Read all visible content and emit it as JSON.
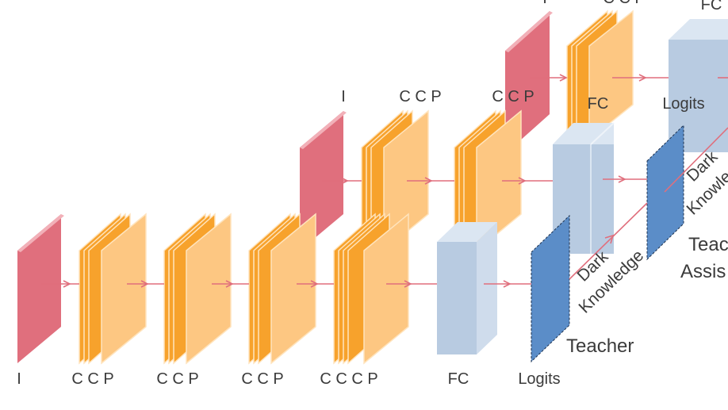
{
  "colors": {
    "input": "#e06f7d",
    "input_side": "#f2b0b8",
    "conv_front": "#fdc782",
    "conv_back": "#f7a22c",
    "conv_edge": "#ffe4bd",
    "fc_front": "#b8cbe1",
    "fc_side": "#cfdcec",
    "logits": "#5b8dc8",
    "logits_side": "#9dbde3",
    "arrow": "#e06f7d",
    "text": "#3b3b3b"
  },
  "networks": {
    "student": {
      "name": "Teacher",
      "labels": {
        "input": "I",
        "block1": "C C P",
        "block2": "C C P",
        "block3": "C C P",
        "block4": "C C C P",
        "fc": "FC",
        "logits": "Logits"
      }
    },
    "middle": {
      "name_line1": "Teac",
      "name_line2": "Assis",
      "labels": {
        "input": "I",
        "block1": "C C  P",
        "block2": "C C  P",
        "fc": "FC",
        "logits": "Logits"
      }
    },
    "top": {
      "labels": {
        "top_a": "I",
        "top_b": "C C  P",
        "fc": "FC"
      }
    }
  },
  "connections": {
    "dark_knowledge_1_line1": "Dark",
    "dark_knowledge_1_line2": "Knowledge",
    "dark_knowledge_2_line1": "Dark",
    "dark_knowledge_2_line2": "Knowle"
  }
}
